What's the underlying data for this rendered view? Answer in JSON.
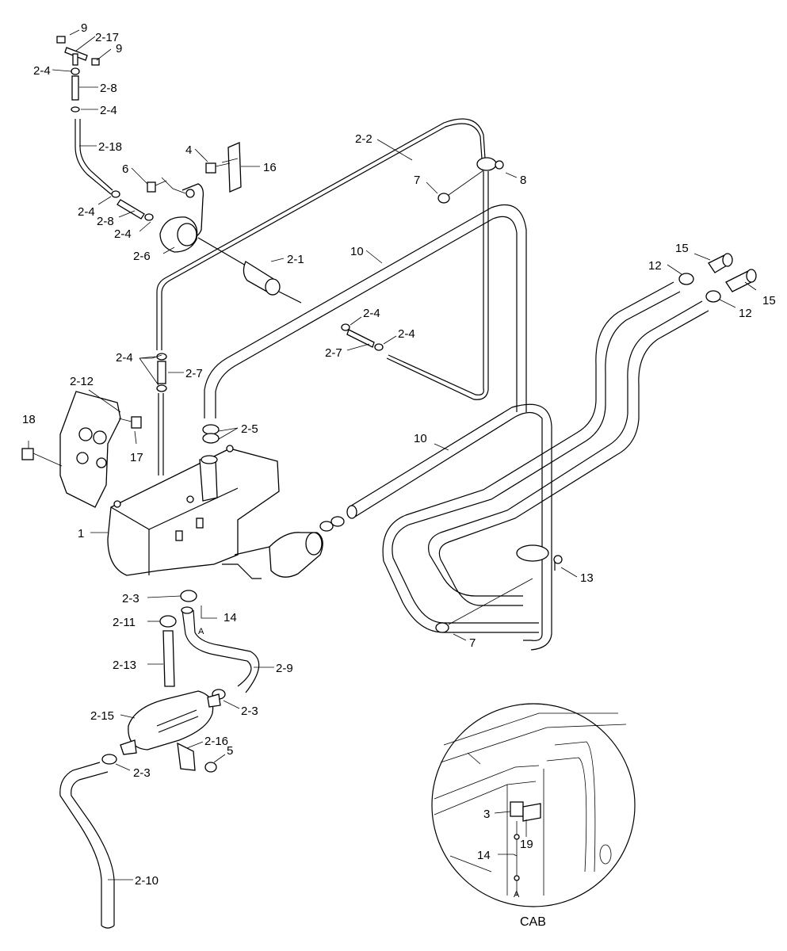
{
  "callouts": {
    "c9a": "9",
    "c2_17": "2-17",
    "c9b": "9",
    "c2_4a": "2-4",
    "c2_8a": "2-8",
    "c2_4b": "2-4",
    "c2_18": "2-18",
    "c4": "4",
    "c16": "16",
    "c6": "6",
    "c2_4c": "2-4",
    "c2_8b": "2-8",
    "c2_4d": "2-4",
    "c2_6": "2-6",
    "c2_2": "2-2",
    "c7a": "7",
    "c8": "8",
    "c2_1": "2-1",
    "c10a": "10",
    "c2_4e": "2-4",
    "c2_7a": "2-7",
    "c2_4f": "2-4",
    "c15a": "15",
    "c12a": "12",
    "c15b": "15",
    "c12b": "12",
    "c2_4g": "2-4",
    "c2_7b": "2-7",
    "c2_12": "2-12",
    "c18": "18",
    "c17": "17",
    "c2_5": "2-5",
    "c10b": "10",
    "c1": "1",
    "c13": "13",
    "c2_3a": "2-3",
    "c14a": "14",
    "cAa": "A",
    "c2_11": "2-11",
    "c7b": "7",
    "c2_13": "2-13",
    "c2_9": "2-9",
    "c2_3b": "2-3",
    "c2_15": "2-15",
    "c2_16": "2-16",
    "c5": "5",
    "c2_3c": "2-3",
    "c2_10": "2-10",
    "c3": "3",
    "c19": "19",
    "c14b": "14",
    "cAb": "A"
  },
  "caption": {
    "cab": "CAB"
  }
}
